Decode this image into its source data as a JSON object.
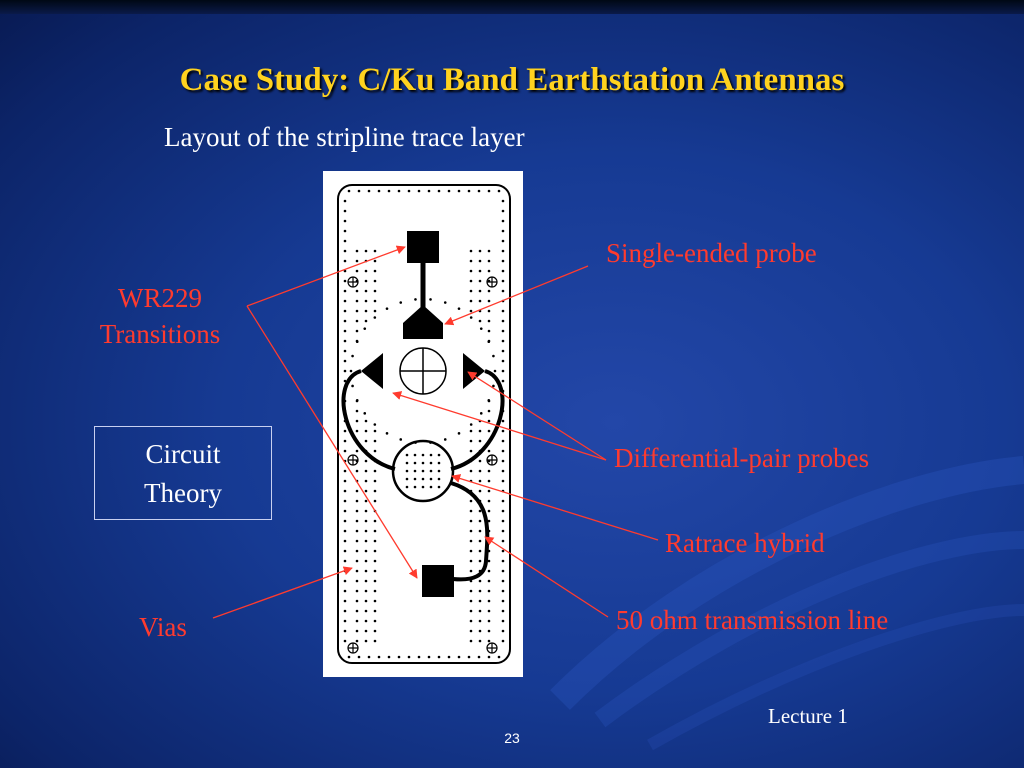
{
  "slide": {
    "title": "Case Study: C/Ku Band Earthstation Antennas",
    "subtitle": "Layout of the stripline trace layer",
    "footer": "Lecture 1",
    "page_number": "23"
  },
  "labels": {
    "wr229_line1": "WR229",
    "wr229_line2": "Transitions",
    "single_ended": "Single-ended probe",
    "differential": "Differential-pair probes",
    "ratrace": "Ratrace hybrid",
    "transmission_line": "50 ohm transmission line",
    "vias": "Vias",
    "circuit_line1": "Circuit",
    "circuit_line2": "Theory"
  },
  "colors": {
    "title": "#ffd21f",
    "annotation": "#ff3b2e",
    "text": "#ffffff",
    "background": "#163a93"
  }
}
